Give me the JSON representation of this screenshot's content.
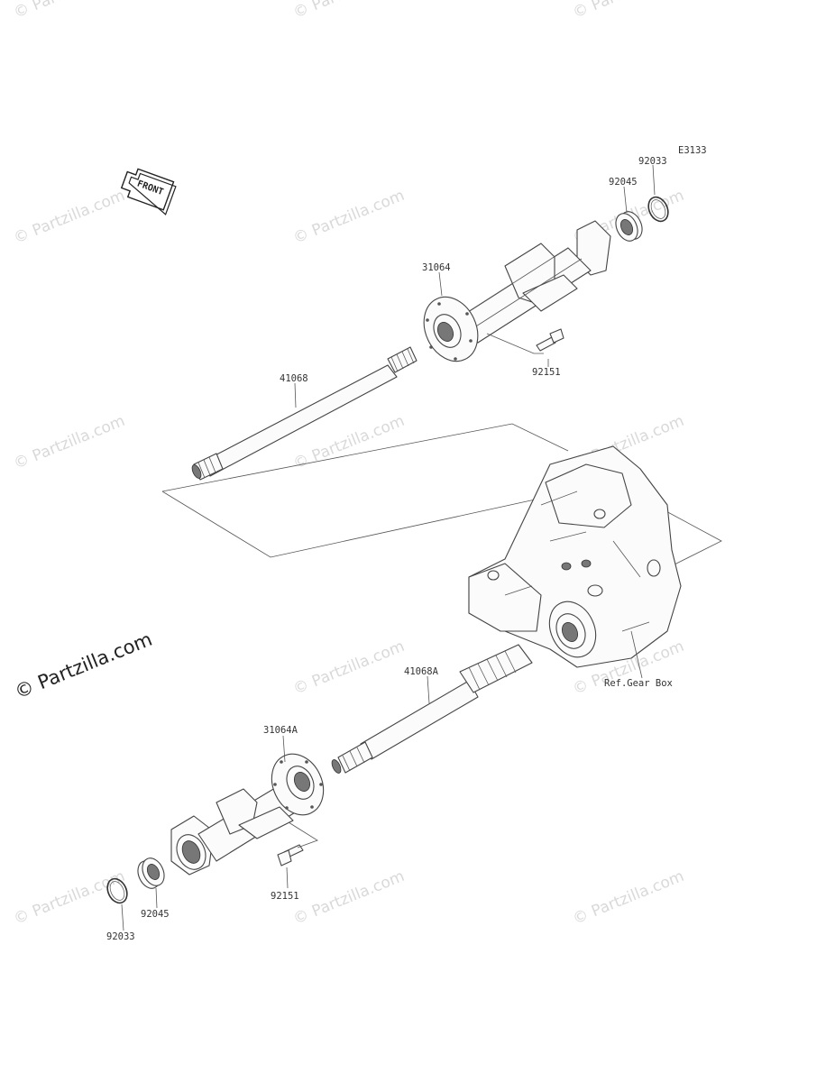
{
  "diagram": {
    "code": "E3133",
    "front_label": "FRONT",
    "ref_label": "Ref.Gear Box",
    "watermark": "© Partzilla.com",
    "parts": [
      {
        "id": "p-92033-top",
        "number": "92033"
      },
      {
        "id": "p-92045-top",
        "number": "92045"
      },
      {
        "id": "p-31064",
        "number": "31064"
      },
      {
        "id": "p-92151-top",
        "number": "92151"
      },
      {
        "id": "p-41068",
        "number": "41068"
      },
      {
        "id": "p-41068A",
        "number": "41068A"
      },
      {
        "id": "p-31064A",
        "number": "31064A"
      },
      {
        "id": "p-92151-bot",
        "number": "92151"
      },
      {
        "id": "p-92045-bot",
        "number": "92045"
      },
      {
        "id": "p-92033-bot",
        "number": "92033"
      }
    ]
  }
}
